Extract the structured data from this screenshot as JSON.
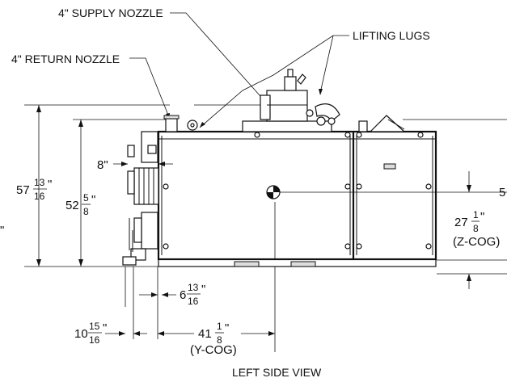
{
  "callouts": {
    "supply_nozzle": "4\" SUPPLY NOZZLE",
    "lifting_lugs": "LIFTING LUGS",
    "return_nozzle": "4\" RETURN NOZZLE"
  },
  "view_title": "LEFT SIDE VIEW",
  "dimensions": {
    "overall_height": {
      "whole": "57",
      "num": "13",
      "den": "16",
      "unit": "\""
    },
    "frame_height": {
      "whole": "52",
      "num": "5",
      "den": "8",
      "unit": "\""
    },
    "pipe_offset": {
      "text": "8\""
    },
    "cog_z": {
      "whole": "27",
      "num": "1",
      "den": "8",
      "unit": "\"",
      "note": "(Z-COG)"
    },
    "offset_front": {
      "whole": "6",
      "num": "13",
      "den": "16",
      "unit": "\""
    },
    "offset_left": {
      "whole": "10",
      "num": "15",
      "den": "16",
      "unit": "\""
    },
    "cog_y": {
      "whole": "41",
      "num": "1",
      "den": "8",
      "unit": "\"",
      "note": "(Y-COG)"
    },
    "right_edge_partial": "5",
    "left_edge_partial": "\""
  }
}
